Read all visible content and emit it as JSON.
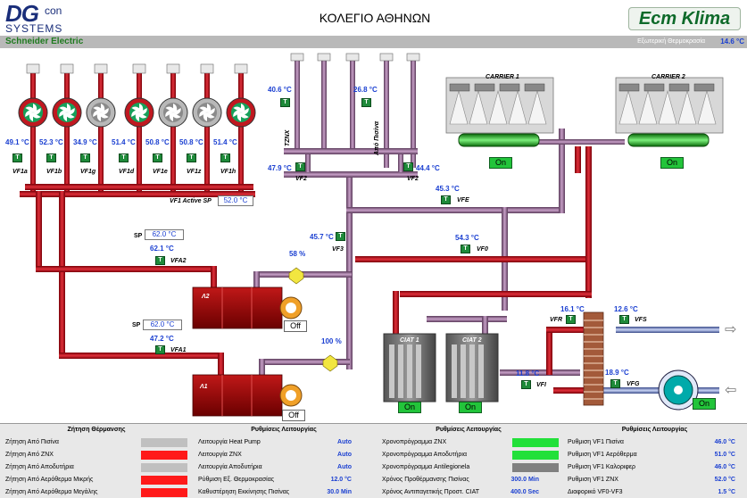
{
  "header": {
    "brand_main": "DG",
    "brand_sup": "con",
    "brand_sub": "SYSTEMS",
    "title": "ΚΟΛΕΓΙΟ ΑΘΗΝΩΝ",
    "right_logo": "Ecm Klima"
  },
  "subbar": {
    "vendor": "Schneider Electric",
    "outside_temp_label": "Εξωτερική Θερμοκρασία",
    "outside_temp_value": "14.6 °C"
  },
  "fans": [
    {
      "tag": "VF1a",
      "temp": "49.1 °C",
      "state": "on"
    },
    {
      "tag": "VF1b",
      "temp": "52.3 °C",
      "state": "on"
    },
    {
      "tag": "VF1g",
      "temp": "34.9 °C",
      "state": "off"
    },
    {
      "tag": "VF1d",
      "temp": "51.4 °C",
      "state": "on"
    },
    {
      "tag": "VF1e",
      "temp": "50.8 °C",
      "state": "off"
    },
    {
      "tag": "VF1z",
      "temp": "50.8 °C",
      "state": "off"
    },
    {
      "tag": "VF1h",
      "temp": "51.4 °C",
      "state": "on"
    }
  ],
  "vf1_active_sp": {
    "label": "VF1 Active SP",
    "value": "52.0 °C"
  },
  "znx": {
    "label": "TZNX",
    "temp": "40.6 °C",
    "valve_tag": "VF2",
    "valve_temp": "47.9 °C"
  },
  "pool": {
    "label": "Από Πισίνα",
    "temp": "26.8 °C",
    "valve_tag": "VF2",
    "valve_temp": "44.4 °C"
  },
  "carriers": [
    {
      "name": "CARRIER 1",
      "status": "On"
    },
    {
      "name": "CARRIER 2",
      "status": "On"
    }
  ],
  "sensors": {
    "vfe": {
      "tag": "VFE",
      "temp": "45.3 °C"
    },
    "vf3": {
      "tag": "VF3",
      "temp": "45.7 °C"
    },
    "vf0": {
      "tag": "VF0",
      "temp": "54.3 °C"
    },
    "vfa2": {
      "tag": "VFA2",
      "temp": "62.1 °C"
    },
    "vfa1": {
      "tag": "VFA1",
      "temp": "47.2 °C"
    },
    "vfr": {
      "tag": "VFR",
      "temp": "16.1 °C"
    },
    "vfs": {
      "tag": "VFS",
      "temp": "12.6 °C"
    },
    "vfi": {
      "tag": "VFI",
      "temp": "11.8 °C"
    },
    "vfg": {
      "tag": "VFG",
      "temp": "18.9 °C"
    }
  },
  "boilers": [
    {
      "name": "Λ2",
      "sp_label": "SP",
      "sp": "62.0 °C",
      "valve_pct": "58 %",
      "status": "Off"
    },
    {
      "name": "Λ1",
      "sp_label": "SP",
      "sp": "62.0 °C",
      "valve_pct": "100 %",
      "status": "Off"
    }
  ],
  "ciat": [
    {
      "name": "CIAT 1",
      "status": "On"
    },
    {
      "name": "CIAT 2",
      "status": "On"
    }
  ],
  "pump_status": "On",
  "panel": {
    "col1": {
      "header": "Ζήτηση Θέρμανσης",
      "rows": [
        {
          "label": "Ζήτηση Από Πισίνα",
          "color": "#c0c0c0"
        },
        {
          "label": "Ζήτηση Από ΖΝΧ",
          "color": "#ff1a1a"
        },
        {
          "label": "Ζήτηση Από Αποδυτήρια",
          "color": "#c0c0c0"
        },
        {
          "label": "Ζήτηση Από Αερόθερμα Μικρής",
          "color": "#ff1a1a"
        },
        {
          "label": "Ζήτηση Από Αερόθερμα Μεγάλης",
          "color": "#ff1a1a"
        }
      ]
    },
    "col2": {
      "header": "Ρυθμίσεις Λειτουργίας",
      "rows": [
        {
          "label": "Λειτουργία Heat Pump",
          "value": "Auto"
        },
        {
          "label": "Λειτουργία ΖΝΧ",
          "value": "Auto"
        },
        {
          "label": "Λειτουργία Αποδυτήρια",
          "value": "Auto"
        },
        {
          "label": "Ρύθμιση Εξ. Θερμοκρασίας",
          "value": "12.0 °C"
        },
        {
          "label": "Καθυστέρηση Εκκίνησης Πισίνας",
          "value": "30.0 Min"
        }
      ]
    },
    "col3": {
      "header": "Ρυθμίσεις Λειτουργίας",
      "rows": [
        {
          "label": "Χρονοπρόγραμμα ΖΝΧ",
          "color": "#22e03a"
        },
        {
          "label": "Χρονοπρόγραμμα Αποδυτήρια",
          "color": "#22e03a"
        },
        {
          "label": "Χρονοπρόγραμμα Antilegionela",
          "color": "#808080"
        },
        {
          "label": "Χρόνος Προθέρμανσης Πισίνας",
          "value": "300.0 Min"
        },
        {
          "label": "Χρόνος Αντιπαγετικής Προστ. CIAT",
          "value": "400.0 Sec"
        }
      ]
    },
    "col4": {
      "header": "Ρυθμίσεις Λειτουργίας",
      "rows": [
        {
          "label": "Ρυθμιση VF1 Πισίνα",
          "value": "46.0 °C"
        },
        {
          "label": "Ρυθμιση VF1 Αερόθερμα",
          "value": "51.0 °C"
        },
        {
          "label": "Ρυθμιση VF1 Καλοριφερ",
          "value": "46.0 °C"
        },
        {
          "label": "Ρυθμιση VF1 ΖΝΧ",
          "value": "52.0 °C"
        },
        {
          "label": "Διαφορικό VF0-VF3",
          "value": "1.5 °C"
        }
      ]
    }
  }
}
